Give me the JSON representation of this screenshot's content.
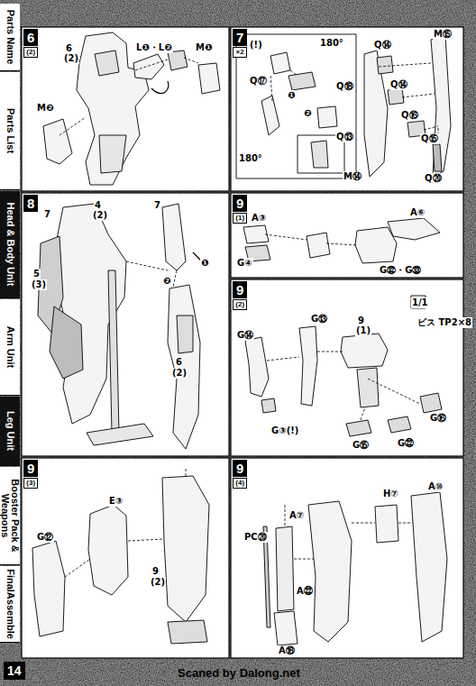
{
  "diagram": {
    "nodes": [
      {
        "text": [
          "Parts Name"
        ]
      },
      {
        "text": [
          "Parts List"
        ]
      },
      {
        "text": [
          "Head & Body Unit"
        ]
      },
      {
        "text": [
          "Arm Unit"
        ]
      },
      {
        "text": [
          "Leg Unit"
        ]
      },
      {
        "text": [
          "Booster Pack & Weapons"
        ]
      },
      {
        "text": [
          "FinalAssemble"
        ]
      },
      {
        "text": [
          "6",
          "(2)"
        ]
      },
      {
        "text": [
          "7",
          "×2"
        ]
      },
      {
        "text": [
          "8"
        ]
      },
      {
        "text": [
          "9",
          "(1)"
        ]
      },
      {
        "text": [
          "9",
          "(2)"
        ]
      },
      {
        "text": [
          "9",
          "(3)"
        ]
      },
      {
        "text": [
          "9",
          "(4)"
        ]
      },
      {
        "text": [
          "14"
        ]
      }
    ],
    "labels": [
      "6",
      "(2)",
      "L❶・L❷",
      "M❶",
      "M❷",
      "(!)",
      "Q⑰",
      "Q⑱",
      "Q⑬",
      "❶",
      "❷",
      "180°",
      "180°",
      "Q⑭",
      "Q⑭",
      "M⑮",
      "Q⑯",
      "Q⑮",
      "Q⑳",
      "M⑭",
      "4",
      "(2)",
      "7",
      "5",
      "(3)",
      "7",
      "❶",
      "❷",
      "6",
      "(2)",
      "A③",
      "G④",
      "A⑥",
      "G㉜・G㉝",
      "G⑭",
      "G⑬",
      "9",
      "(1)",
      "1/1",
      "ビス TP2×8",
      "G③(!)",
      "G⑯",
      "G㉒",
      "G⑮",
      "E③",
      "G⑫",
      "9",
      "(2)",
      "PC⑳",
      "A⑦",
      "H⑦",
      "A⑩",
      "A㉒",
      "A⑱",
      "Scaned by Dalong.net"
    ]
  }
}
